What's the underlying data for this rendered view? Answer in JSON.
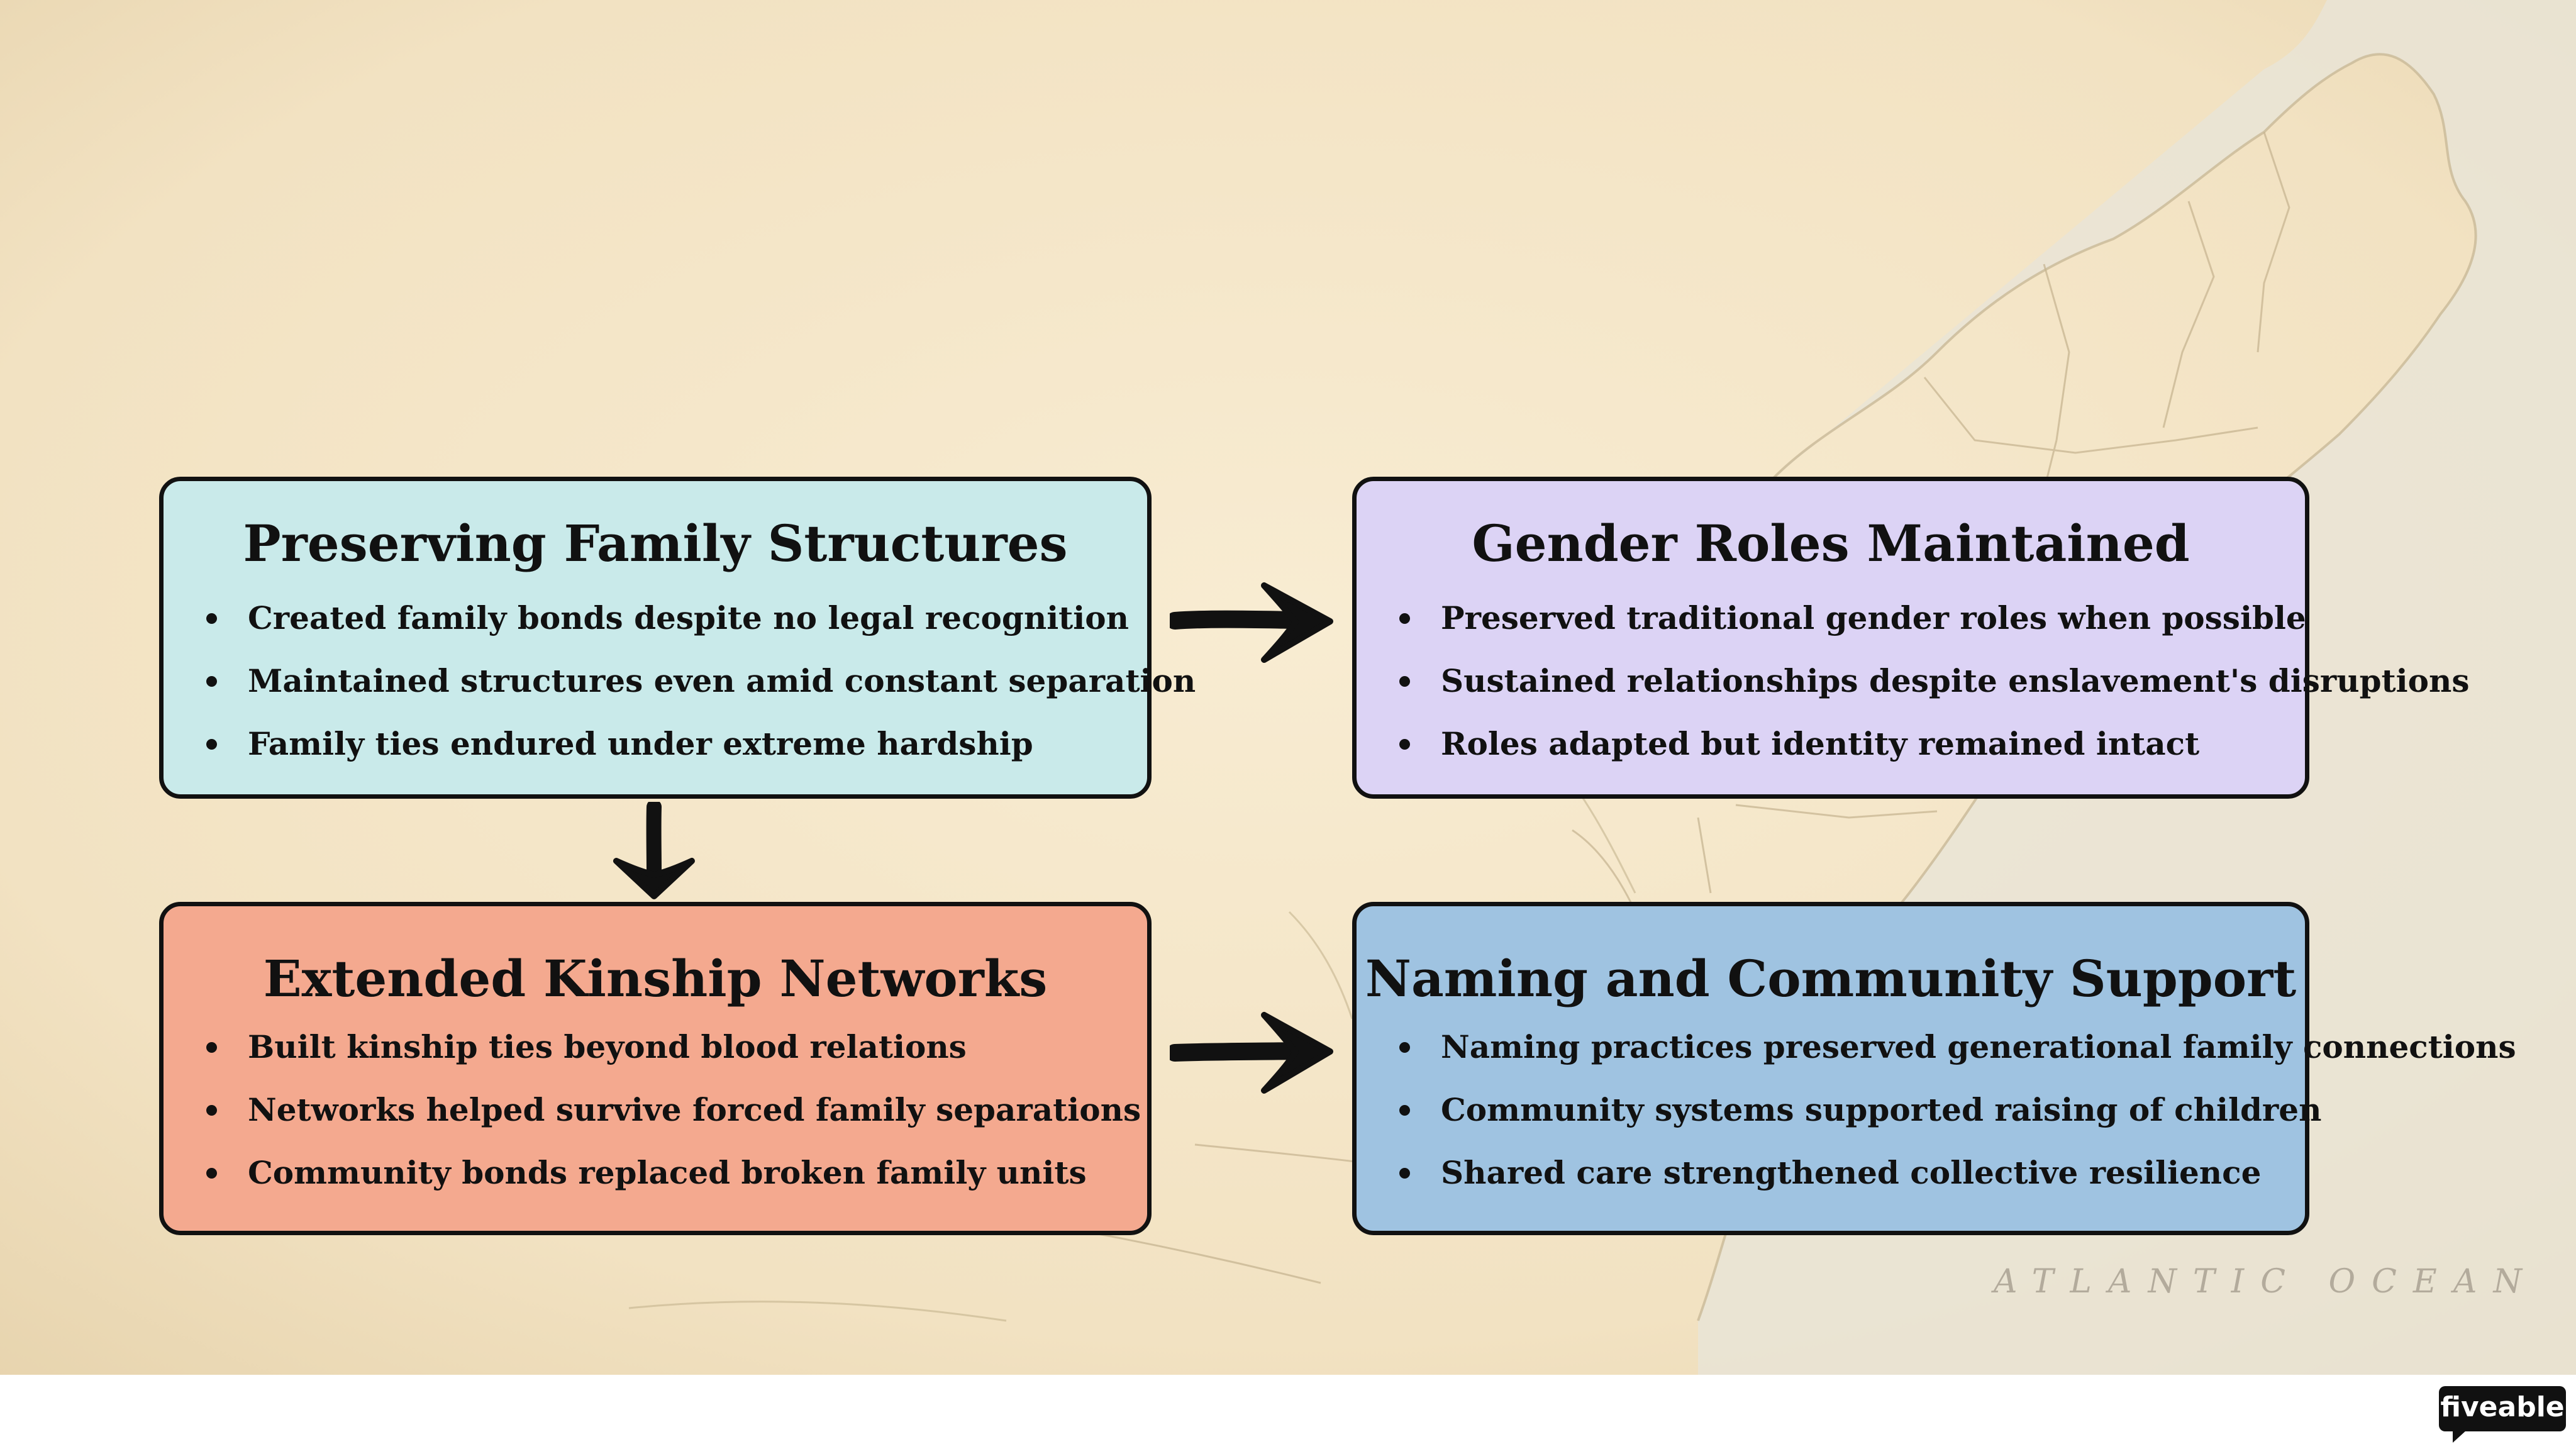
{
  "colors": {
    "background": "#f5e8cc",
    "preserving_fill": "#c9eaea",
    "gender_fill": "#dcd3f5",
    "kinship_fill": "#f4a98f",
    "naming_fill": "#9fc3e1",
    "border": "#111111"
  },
  "boxes": [
    {
      "title": "Preserving Family Structures",
      "items": [
        "Created family bonds despite no legal recognition",
        "Maintained structures even amid constant separation",
        "Family ties endured under extreme hardship"
      ]
    },
    {
      "title": "Gender Roles Maintained",
      "items": [
        "Preserved traditional gender roles when possible",
        "Sustained relationships despite enslavement's disruptions",
        "Roles adapted but identity remained intact"
      ]
    },
    {
      "title": "Extended Kinship Networks",
      "items": [
        "Built kinship ties beyond blood relations",
        "Networks helped survive forced family separations",
        "Community bonds replaced broken family units"
      ]
    },
    {
      "title": "Naming and Community Support",
      "items": [
        "Naming practices preserved generational family connections",
        "Community systems supported raising of children",
        "Shared care strengthened collective resilience"
      ]
    }
  ],
  "arrows": [
    {
      "from": "Preserving Family Structures",
      "to": "Gender Roles Maintained",
      "icon": "arrow-right-icon"
    },
    {
      "from": "Preserving Family Structures",
      "to": "Extended Kinship Networks",
      "icon": "arrow-down-icon"
    },
    {
      "from": "Extended Kinship Networks",
      "to": "Naming and Community Support",
      "icon": "arrow-right-icon"
    }
  ],
  "map": {
    "label": "ATLANTIC OCEAN"
  },
  "logo": {
    "text": "fiveable"
  }
}
